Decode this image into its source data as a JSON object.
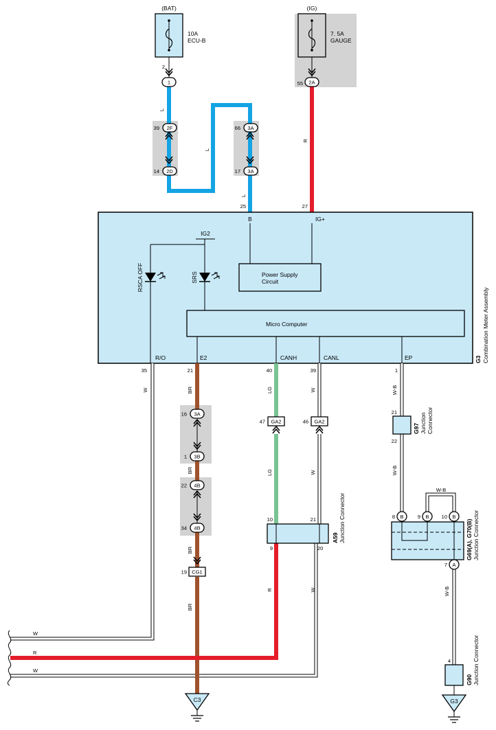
{
  "colors": {
    "box_fill": "#c9e9f7",
    "splice_fill": "#d3d3d3",
    "wire_blue": "#14a4e4",
    "wire_red": "#e51d2a",
    "wire_brown": "#a0522d",
    "wire_lightgreen": "#79c394",
    "wire_white": "#ffffff",
    "outline": "#000000"
  },
  "fuses": {
    "bat": {
      "source": "(BAT)",
      "rating": "10A",
      "name": "ECU-B",
      "pin": "2",
      "connector": "1"
    },
    "ig": {
      "source": "(IG)",
      "rating": "7. 5A",
      "name": "GAUGE",
      "pin": "55",
      "connector": "2A"
    }
  },
  "wire_codes": {
    "L": "L",
    "R": "R",
    "W": "W",
    "BR": "BR",
    "LG": "LG",
    "WB": "W-B"
  },
  "splices": {
    "s2f": {
      "pin": "39",
      "conn": "2F"
    },
    "s2d": {
      "pin": "14",
      "conn": "2D"
    },
    "s3a_top": {
      "pin": "66",
      "conn": "3A"
    },
    "s3a_bot": {
      "pin": "17",
      "conn": "3A"
    },
    "br_3a": {
      "pin": "16",
      "conn": "3A"
    },
    "br_3b": {
      "pin": "1",
      "conn": "3B"
    },
    "br_4b_top": {
      "pin": "22",
      "conn": "4B"
    },
    "br_4b_bot": {
      "pin": "34",
      "conn": "4B"
    }
  },
  "meter": {
    "code": "G3",
    "name": "Combination Meter Assembly",
    "terminal_b": "B",
    "terminal_ig": "IG+",
    "pin_b": "25",
    "pin_ig": "27",
    "ig2": "IG2",
    "power_supply_line1": "Power Supply",
    "power_supply_line2": "Circuit",
    "micro": "Micro Computer",
    "rsca": "RSCA OFF",
    "srs": "SRS",
    "bottom_terminals": {
      "ro": "R/O",
      "e2": "E2",
      "canh": "CANH",
      "canl": "CANL",
      "ep": "EP"
    },
    "bottom_pins": {
      "ro": "35",
      "e2": "21",
      "canh": "40",
      "canl": "39",
      "ep": "1"
    }
  },
  "ga2": {
    "left_pin": "47",
    "right_pin": "46",
    "label": "GA2"
  },
  "a59": {
    "code": "A59",
    "name": "Junction Connector",
    "pin_tl": "10",
    "pin_tr": "21",
    "pin_bl": "9",
    "pin_br": "20"
  },
  "g97": {
    "code": "G97",
    "name_line1": "Junction",
    "name_line2": "Connector",
    "pin_top": "21",
    "pin_bot": "22"
  },
  "g69": {
    "code": "G69(A), G70(B)",
    "name": "Junction Connector",
    "bridge_label": "W-B",
    "pin8": "8",
    "pin9": "9",
    "pin10": "10",
    "pin7": "7",
    "conn_b": "B",
    "conn_a": "A"
  },
  "g90": {
    "code": "G90",
    "name": "Junction Connector",
    "pin": "4"
  },
  "cg1": {
    "pin": "19",
    "label": "CG1"
  },
  "grounds": {
    "c3": "C3",
    "g3": "G3"
  }
}
